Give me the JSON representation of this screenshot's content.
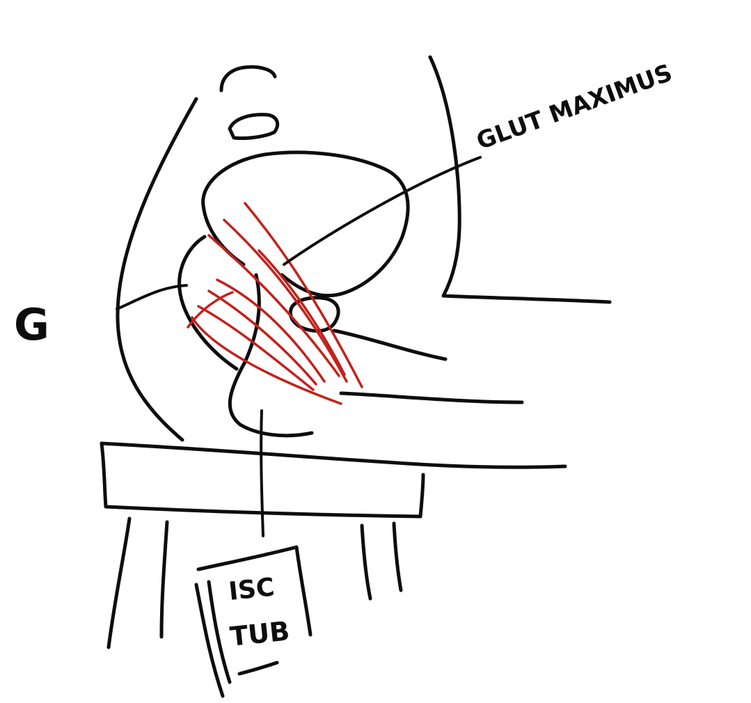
{
  "labels": {
    "muscle": "GLUT MAXIMUS",
    "left_mark": "G",
    "tuberosity_line1": "ISC",
    "tuberosity_line2": "TUB"
  },
  "colors": {
    "ink": "#0d0d0d",
    "muscle_fibers": "#c4201a",
    "paper": "#ffffff"
  }
}
